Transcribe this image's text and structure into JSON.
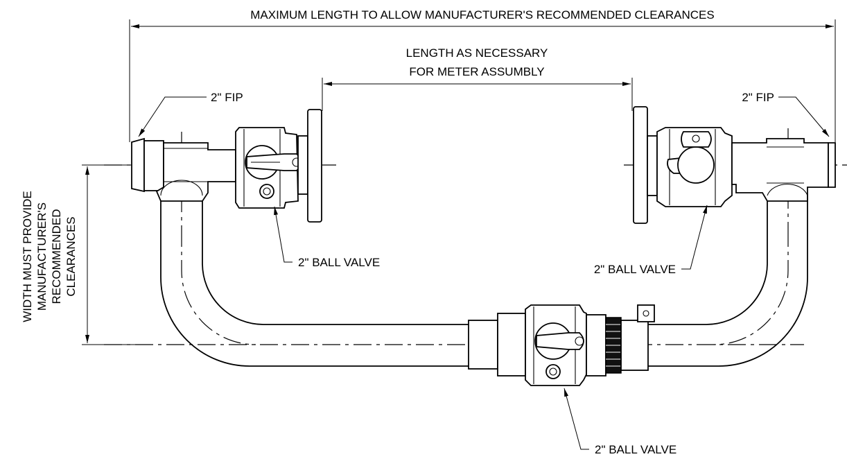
{
  "labels": {
    "max_length": "MAXIMUM LENGTH TO ALLOW MANUFACTURER'S RECOMMENDED CLEARANCES",
    "length_line1": "LENGTH AS NECESSARY",
    "length_line2": "FOR METER ASSUMBLY",
    "fip_left": "2\" FIP",
    "fip_right": "2\" FIP",
    "ball_valve_left": "2\" BALL VALVE",
    "ball_valve_right": "2\" BALL VALVE",
    "ball_valve_bottom": "2\" BALL VALVE",
    "width_line1": "WIDTH MUST PROVIDE",
    "width_line2": "MANUFACTURER'S",
    "width_line3": "RECOMMENDED",
    "width_line4": "CLEARANCES"
  }
}
